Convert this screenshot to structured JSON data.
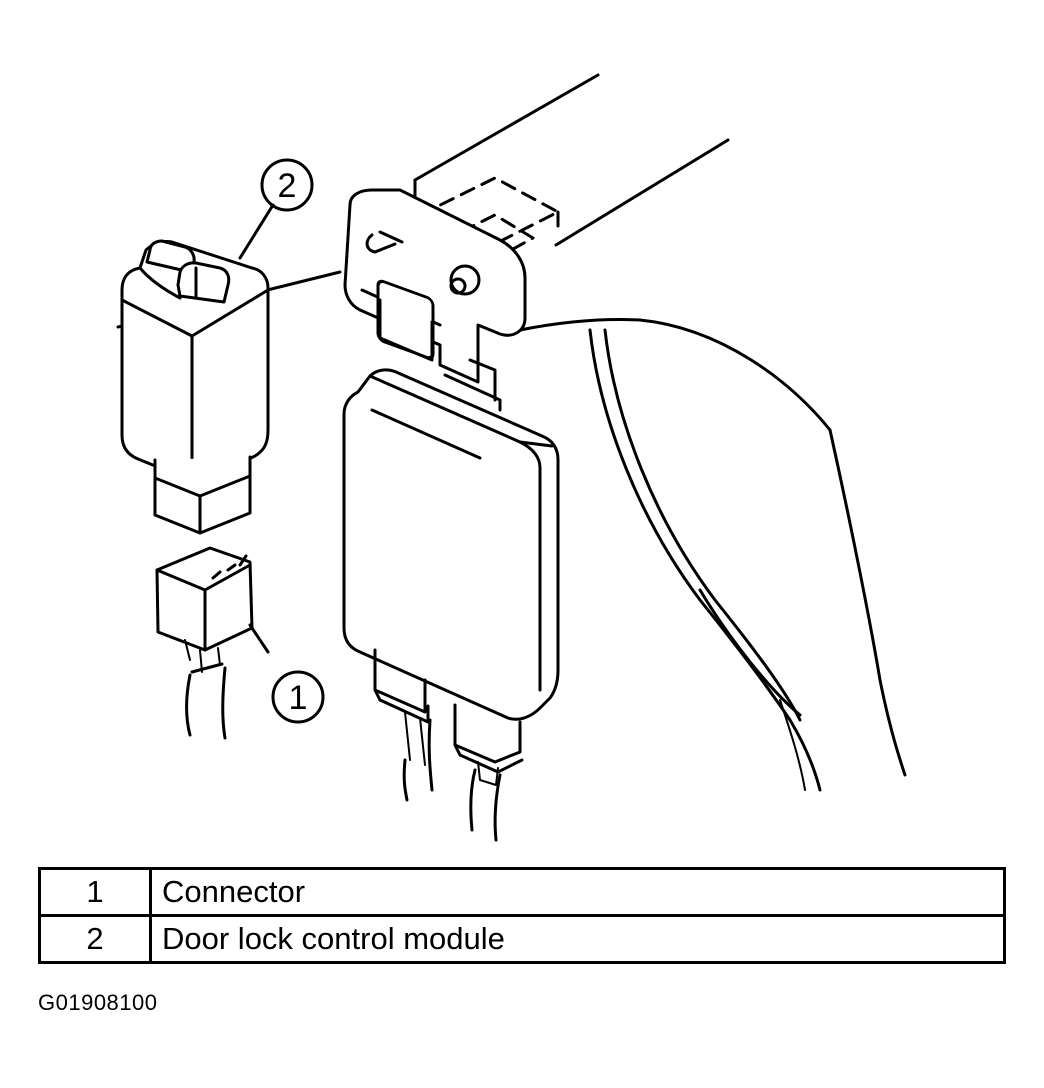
{
  "callouts": [
    {
      "number": "1"
    },
    {
      "number": "2"
    }
  ],
  "legend": {
    "rows": [
      {
        "number": "1",
        "description": "Connector"
      },
      {
        "number": "2",
        "description": "Door lock control module"
      }
    ]
  },
  "figure_id": "G01908100"
}
